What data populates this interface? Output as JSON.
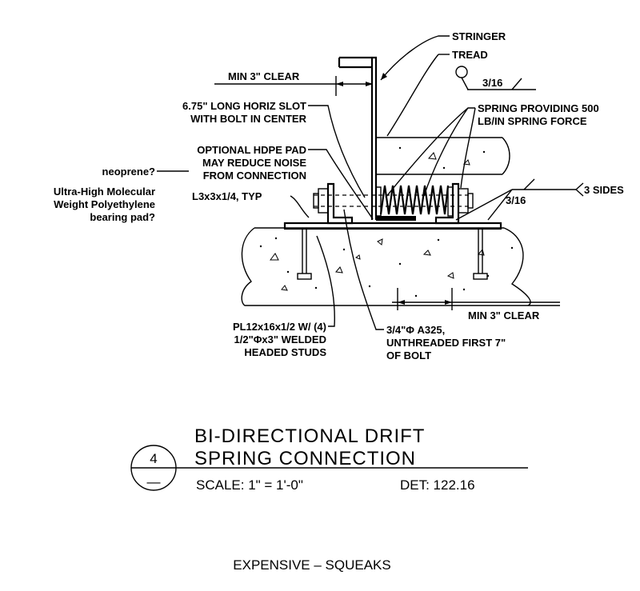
{
  "labels": {
    "stringer": "STRINGER",
    "tread": "TREAD",
    "weld_1": "3/16",
    "spring_1": "SPRING PROVIDING 500",
    "spring_2": "LB/IN SPRING FORCE",
    "min_clear_top": "MIN 3\" CLEAR",
    "slot_1": "6.75\" LONG HORIZ SLOT",
    "slot_2": "WITH BOLT IN CENTER",
    "pad_1": "OPTIONAL HDPE PAD",
    "pad_2": "MAY REDUCE NOISE",
    "pad_3": "FROM CONNECTION",
    "angle": "L3x3x1/4, TYP",
    "weld_2": "3/16",
    "three_sides": "3 SIDES",
    "min_clear_bottom": "MIN 3\" CLEAR",
    "plate_1": "PL12x16x1/2 W/ (4)",
    "plate_2": "1/2\"Φx3\" WELDED",
    "plate_3": "HEADED STUDS",
    "bolt_1": "3/4\"Φ A325,",
    "bolt_2": "UNTHREADED FIRST 7\"",
    "bolt_3": "OF BOLT"
  },
  "notes": {
    "hand_1": "neoprene?",
    "hand_2": "Ultra-High Molecular",
    "hand_3": "Weight Polyethylene",
    "hand_4": "bearing pad?"
  },
  "title_block": {
    "detail_number": "4",
    "sheet": "—",
    "title_1": "BI-DIRECTIONAL DRIFT",
    "title_2": "SPRING CONNECTION",
    "scale": "SCALE:  1\"  =  1'-0\"",
    "det": "DET:  122.16"
  },
  "footer": "EXPENSIVE  –  SQUEAKS"
}
